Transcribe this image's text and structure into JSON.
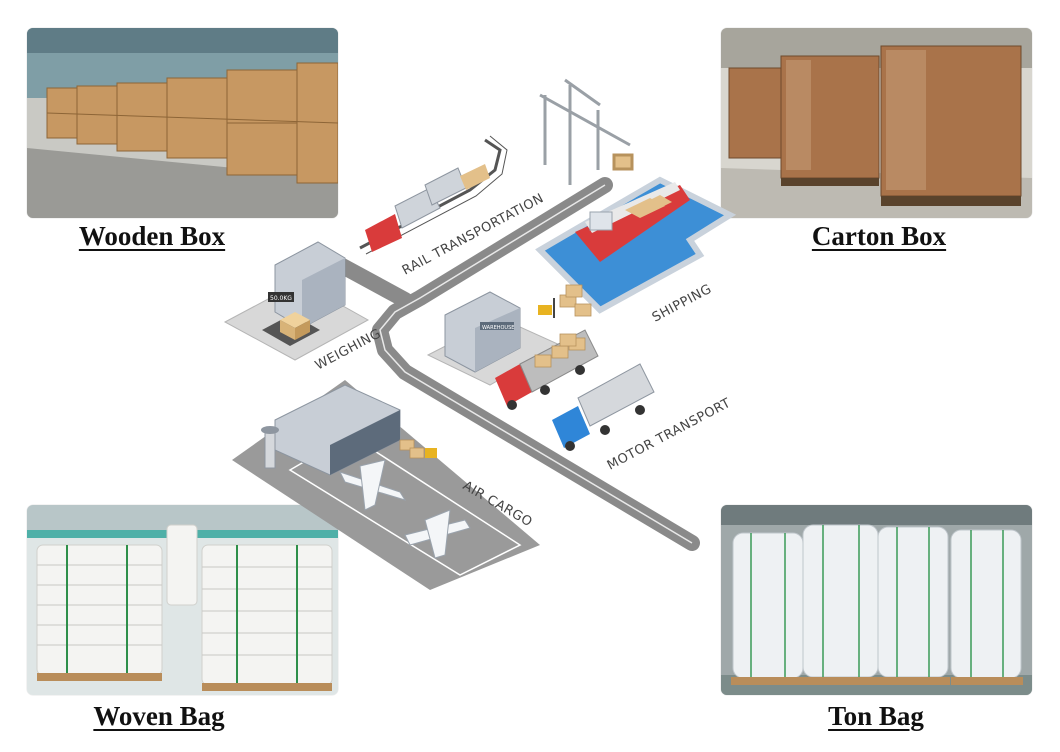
{
  "packaging": {
    "wooden_box": "Wooden Box",
    "carton_box": "Carton Box",
    "woven_bag": "Woven Bag",
    "ton_bag": "Ton Bag"
  },
  "transport": {
    "rail": "RAIL TRANSPORTATION",
    "weighing": "WEIGHING",
    "shipping": "SHIPPING",
    "motor": "MOTOR TRANSPORT",
    "air": "AIR CARGO",
    "warehouse_sign": "WAREHOUSE",
    "scale_sign": "50.0KG"
  },
  "colors": {
    "road": "#8a8a8a",
    "water": "#3d8fd6",
    "ship_hull": "#d93b3b",
    "truck_red": "#d93b3b",
    "truck_blue": "#2f86d8",
    "cargo_box": "#e3c08a"
  }
}
